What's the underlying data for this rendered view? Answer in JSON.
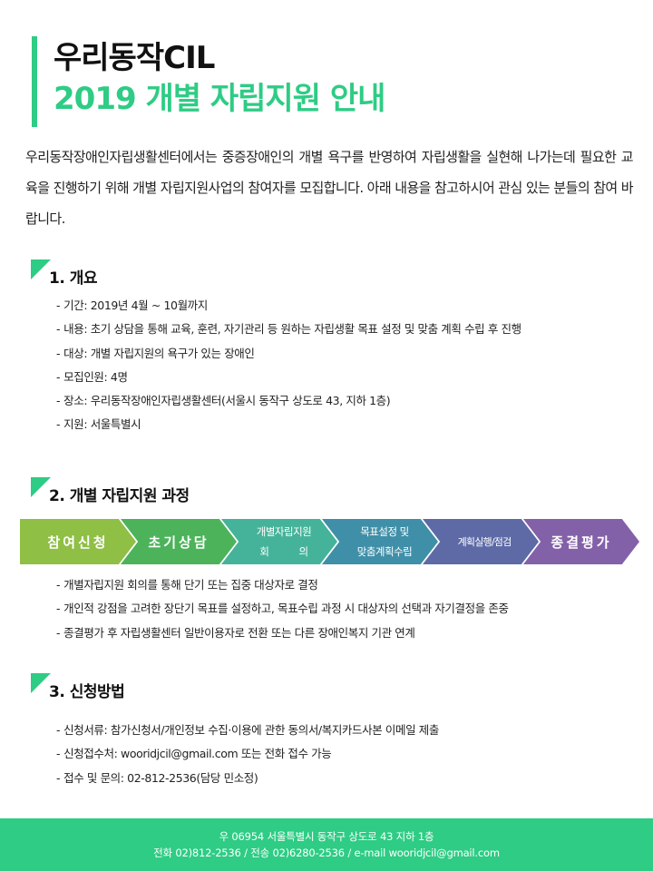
{
  "header": {
    "title": "우리동작CIL",
    "subtitle": "2019 개별 자립지원 안내"
  },
  "intro": "우리동작장애인자립생활센터에서는 중증장애인의 개별 욕구를 반영하여 자립생활을 실현해 나가는데 필요한 교육을 진행하기 위해 개별 자립지원사업의 참여자를 모집합니다. 아래 내용을 참고하시어 관심 있는 분들의 참여 바랍니다.",
  "sections": {
    "overview": {
      "title": "1. 개요",
      "items": [
        "기간: 2019년 4월 ~ 10월까지",
        "내용: 초기 상담을 통해 교육, 훈련, 자기관리 등 원하는 자립생활 목표 설정 및 맞춤 계획 수립 후 진행",
        "대상: 개별 자립지원의 욕구가 있는 장애인",
        "모집인원: 4명",
        "장소: 우리동작장애인자립생활센터(서울시 동작구 상도로 43, 지하 1층)",
        "지원: 서울특별시"
      ]
    },
    "process": {
      "title": "2. 개별 자립지원 과정",
      "steps": [
        {
          "line1": "참여신청",
          "line2": "",
          "color": "#8fbf45"
        },
        {
          "line1": "초기상담",
          "line2": "",
          "color": "#4cb35a"
        },
        {
          "line1": "개별자립지원",
          "line2": "회　　　의",
          "color": "#45b39a"
        },
        {
          "line1": "목표설정 및",
          "line2": "맞춤계획수립",
          "color": "#3f8fa8"
        },
        {
          "line1": "계획실행/점검",
          "line2": "",
          "color": "#5d6aa6"
        },
        {
          "line1": "종결평가",
          "line2": "",
          "color": "#8361a8"
        }
      ],
      "items": [
        "개별자립지원 회의를 통해 단기 또는 집중 대상자로 결정",
        "개인적 강점을 고려한 장단기 목표를 설정하고, 목표수립 과정 시 대상자의 선택과 자기결정을 존중",
        "종결평가 후 자립생활센터 일반이용자로 전환 또는 다른 장애인복지 기관 연계"
      ]
    },
    "apply": {
      "title": "3. 신청방법",
      "items": [
        "신청서류: 참가신청서/개인정보 수집·이용에 관한 동의서/복지카드사본 이메일 제출",
        "신청접수처: wooridjcil@gmail.com 또는 전화 접수 가능",
        "접수 및 문의: 02-812-2536(담당 민소정)"
      ]
    }
  },
  "footer": {
    "address": "우 06954 서울특별시 동작구 상도로 43 지하 1층",
    "contact": "전화 02)812-2536 / 전송 02)6280-2536 / e-mail wooridjcil@gmail.com"
  },
  "colors": {
    "accent": "#2ecc84"
  }
}
